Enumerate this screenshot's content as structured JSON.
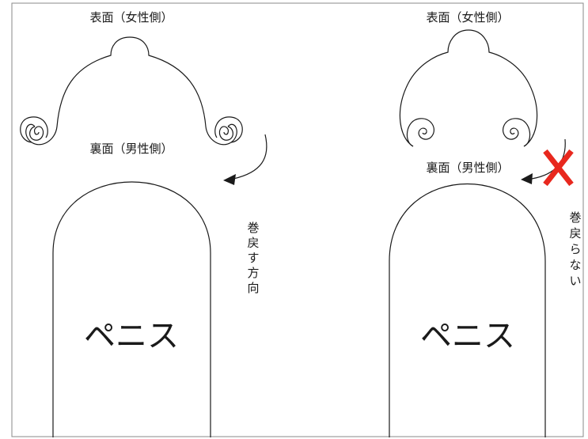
{
  "left_panel": {
    "top_label": "表面（女性側）",
    "inner_label": "裏面（男性側）",
    "body_label": "ペニス",
    "side_text": [
      "巻",
      "戻",
      "す",
      "方",
      "向"
    ]
  },
  "right_panel": {
    "top_label": "表面（女性側）",
    "inner_label": "裏面（男性側）",
    "body_label": "ペニス",
    "side_text": [
      "巻",
      "戻",
      "ら",
      "な",
      "い"
    ]
  },
  "colors": {
    "line": "#1a1a1a",
    "cross": "#e8281e",
    "border": "#8a8a8a"
  },
  "icons": {
    "left_arrow": "curved-arrow-left",
    "right_arrow": "arrow-left",
    "cross": "red-x-mark"
  }
}
